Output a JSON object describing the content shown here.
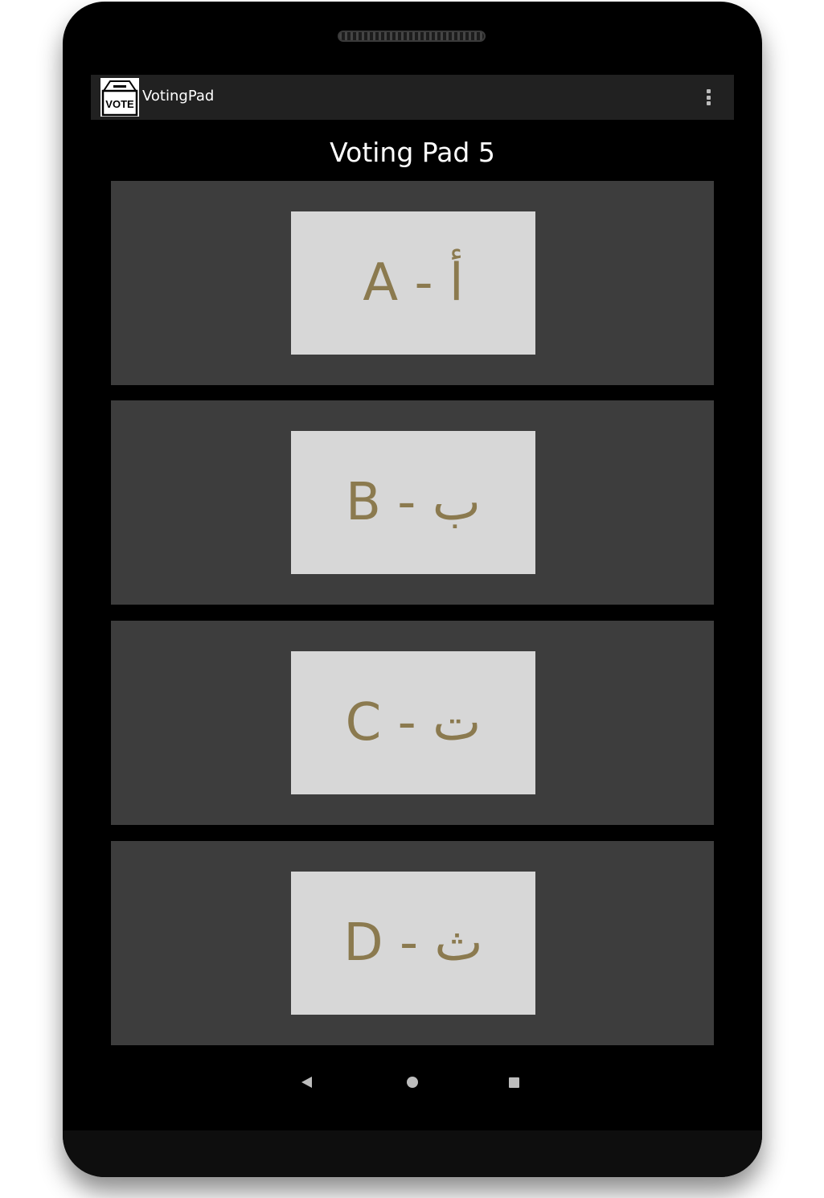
{
  "app": {
    "title": "VotingPad",
    "icon": {
      "name": "ballot-box-icon",
      "text": "VOTE"
    }
  },
  "page": {
    "title": "Voting Pad 5"
  },
  "options": [
    {
      "label": "A - أ"
    },
    {
      "label": "B - ب"
    },
    {
      "label": "C - ت"
    },
    {
      "label": "D - ث"
    }
  ],
  "navigation": [
    "back-icon",
    "home-icon",
    "recent-apps-icon"
  ],
  "colors": {
    "option_text": "#8b7a4f",
    "option_background": "#d7d7d7",
    "panel_background": "#3d3d3d",
    "action_bar": "#212121"
  }
}
